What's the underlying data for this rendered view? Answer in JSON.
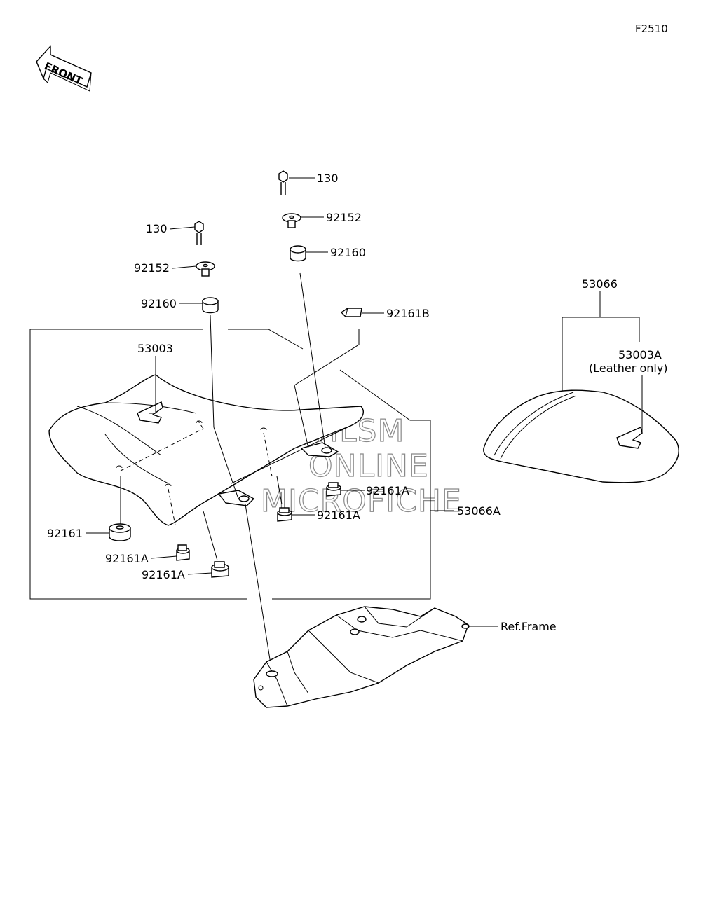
{
  "figure_id": "F2510",
  "front_arrow": {
    "text": "FRONT"
  },
  "watermark": [
    "HLSM",
    "ONLINE",
    "MICROFICHE"
  ],
  "parts": {
    "p130_left": "130",
    "p130_right": "130",
    "p92152_left": "92152",
    "p92152_right": "92152",
    "p92160_left": "92160",
    "p92160_right": "92160",
    "p92161B": "92161B",
    "p53003": "53003",
    "p92161": "92161",
    "p92161A_1": "92161A",
    "p92161A_2": "92161A",
    "p92161A_3": "92161A",
    "p92161A_4": "92161A",
    "p53066A": "53066A",
    "p53066": "53066",
    "p53003A": "53003A",
    "p53003A_note": "(Leather only)",
    "ref_frame": "Ref.Frame"
  }
}
